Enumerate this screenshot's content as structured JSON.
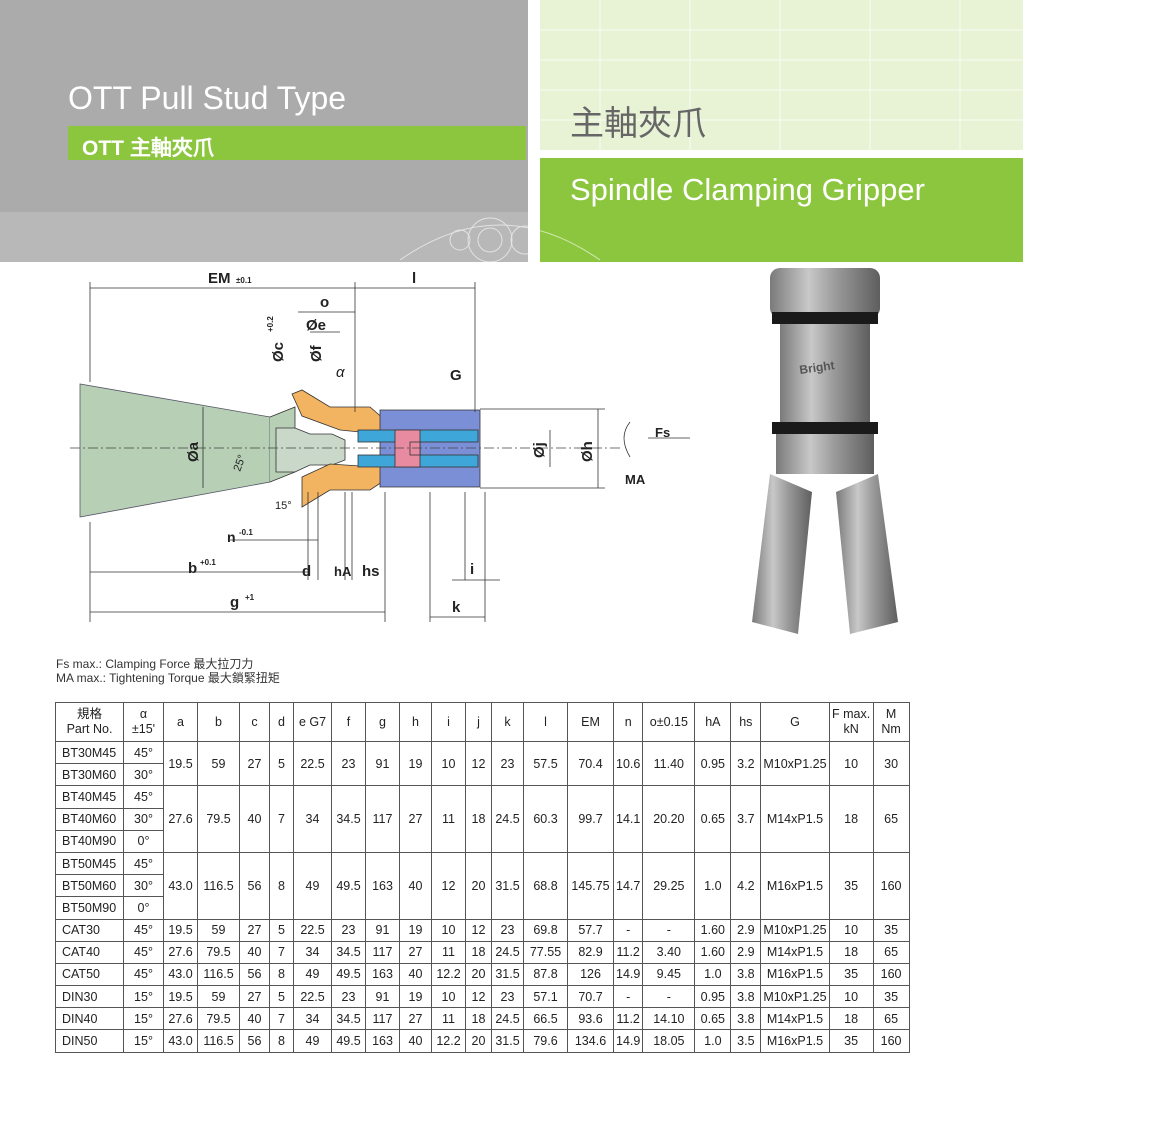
{
  "header": {
    "title": "OTT Pull Stud Type",
    "subtitle": "OTT 主軸夾爪",
    "cn_title": "主軸夾爪",
    "en_title": "Spindle Clamping Gripper"
  },
  "colors": {
    "accent_green": "#8cc63f",
    "banner_gray": "#ababab",
    "pale_green": "#e8f3d6",
    "collet_orange": "#f2b461",
    "block_blue": "#7b8fd6",
    "block_cyan": "#3fa6d9",
    "block_pink": "#e88aa0",
    "taper_green": "#b7cfb5"
  },
  "drawing": {
    "labels": {
      "em": "EM",
      "em_tol": "±0.1",
      "l": "l",
      "o": "o",
      "c": "Øc",
      "c_tol": "+0.2",
      "e": "Øe",
      "f": "Øf",
      "alpha": "α",
      "g_thread": "G",
      "a": "Øa",
      "angle25": "25°",
      "angle15": "15°",
      "j": "Øj",
      "h": "Øh",
      "fs": "Fs",
      "ma": "MA",
      "n": "n",
      "n_tol": "-0.1",
      "b": "b",
      "b_tol": "+0.1",
      "d": "d",
      "ha": "hA",
      "hs": "hs",
      "i": "i",
      "g": "g",
      "g_tol": "+1",
      "k": "k"
    },
    "photo_text": "Bright"
  },
  "notes": {
    "fs": "Fs max.: Clamping Force 最大拉刀力",
    "ma": "MA max.: Tightening Torque 最大鎖緊扭矩"
  },
  "table": {
    "headers": [
      [
        "規格",
        "Part No."
      ],
      [
        "α",
        "±15'"
      ],
      [
        "a"
      ],
      [
        "b"
      ],
      [
        "c"
      ],
      [
        "d"
      ],
      [
        "e G7"
      ],
      [
        "f"
      ],
      [
        "g"
      ],
      [
        "h"
      ],
      [
        "i"
      ],
      [
        "j"
      ],
      [
        "k"
      ],
      [
        "l"
      ],
      [
        "EM"
      ],
      [
        "n"
      ],
      [
        "o±0.15"
      ],
      [
        "hA"
      ],
      [
        "hs"
      ],
      [
        "G"
      ],
      [
        "F max.",
        "kN"
      ],
      [
        "M",
        "Nm"
      ]
    ],
    "groups": [
      {
        "parts": [
          [
            "BT30M45",
            "45°"
          ],
          [
            "BT30M60",
            "30°"
          ]
        ],
        "values": [
          "19.5",
          "59",
          "27",
          "5",
          "22.5",
          "23",
          "91",
          "19",
          "10",
          "12",
          "23",
          "57.5",
          "70.4",
          "10.6",
          "11.40",
          "0.95",
          "3.2",
          "M10xP1.25",
          "10",
          "30"
        ]
      },
      {
        "parts": [
          [
            "BT40M45",
            "45°"
          ],
          [
            "BT40M60",
            "30°"
          ],
          [
            "BT40M90",
            "0°"
          ]
        ],
        "values": [
          "27.6",
          "79.5",
          "40",
          "7",
          "34",
          "34.5",
          "117",
          "27",
          "11",
          "18",
          "24.5",
          "60.3",
          "99.7",
          "14.1",
          "20.20",
          "0.65",
          "3.7",
          "M14xP1.5",
          "18",
          "65"
        ]
      },
      {
        "parts": [
          [
            "BT50M45",
            "45°"
          ],
          [
            "BT50M60",
            "30°"
          ],
          [
            "BT50M90",
            "0°"
          ]
        ],
        "values": [
          "43.0",
          "116.5",
          "56",
          "8",
          "49",
          "49.5",
          "163",
          "40",
          "12",
          "20",
          "31.5",
          "68.8",
          "145.75",
          "14.7",
          "29.25",
          "1.0",
          "4.2",
          "M16xP1.5",
          "35",
          "160"
        ]
      }
    ],
    "rows": [
      [
        "CAT30",
        "45°",
        "19.5",
        "59",
        "27",
        "5",
        "22.5",
        "23",
        "91",
        "19",
        "10",
        "12",
        "23",
        "69.8",
        "57.7",
        "-",
        "-",
        "1.60",
        "2.9",
        "M10xP1.25",
        "10",
        "35"
      ],
      [
        "CAT40",
        "45°",
        "27.6",
        "79.5",
        "40",
        "7",
        "34",
        "34.5",
        "117",
        "27",
        "11",
        "18",
        "24.5",
        "77.55",
        "82.9",
        "11.2",
        "3.40",
        "1.60",
        "2.9",
        "M14xP1.5",
        "18",
        "65"
      ],
      [
        "CAT50",
        "45°",
        "43.0",
        "116.5",
        "56",
        "8",
        "49",
        "49.5",
        "163",
        "40",
        "12.2",
        "20",
        "31.5",
        "87.8",
        "126",
        "14.9",
        "9.45",
        "1.0",
        "3.8",
        "M16xP1.5",
        "35",
        "160"
      ],
      [
        "DIN30",
        "15°",
        "19.5",
        "59",
        "27",
        "5",
        "22.5",
        "23",
        "91",
        "19",
        "10",
        "12",
        "23",
        "57.1",
        "70.7",
        "-",
        "-",
        "0.95",
        "3.8",
        "M10xP1.25",
        "10",
        "35"
      ],
      [
        "DIN40",
        "15°",
        "27.6",
        "79.5",
        "40",
        "7",
        "34",
        "34.5",
        "117",
        "27",
        "11",
        "18",
        "24.5",
        "66.5",
        "93.6",
        "11.2",
        "14.10",
        "0.65",
        "3.8",
        "M14xP1.5",
        "18",
        "65"
      ],
      [
        "DIN50",
        "15°",
        "43.0",
        "116.5",
        "56",
        "8",
        "49",
        "49.5",
        "163",
        "40",
        "12.2",
        "20",
        "31.5",
        "79.6",
        "134.6",
        "14.9",
        "18.05",
        "1.0",
        "3.5",
        "M16xP1.5",
        "35",
        "160"
      ]
    ]
  }
}
